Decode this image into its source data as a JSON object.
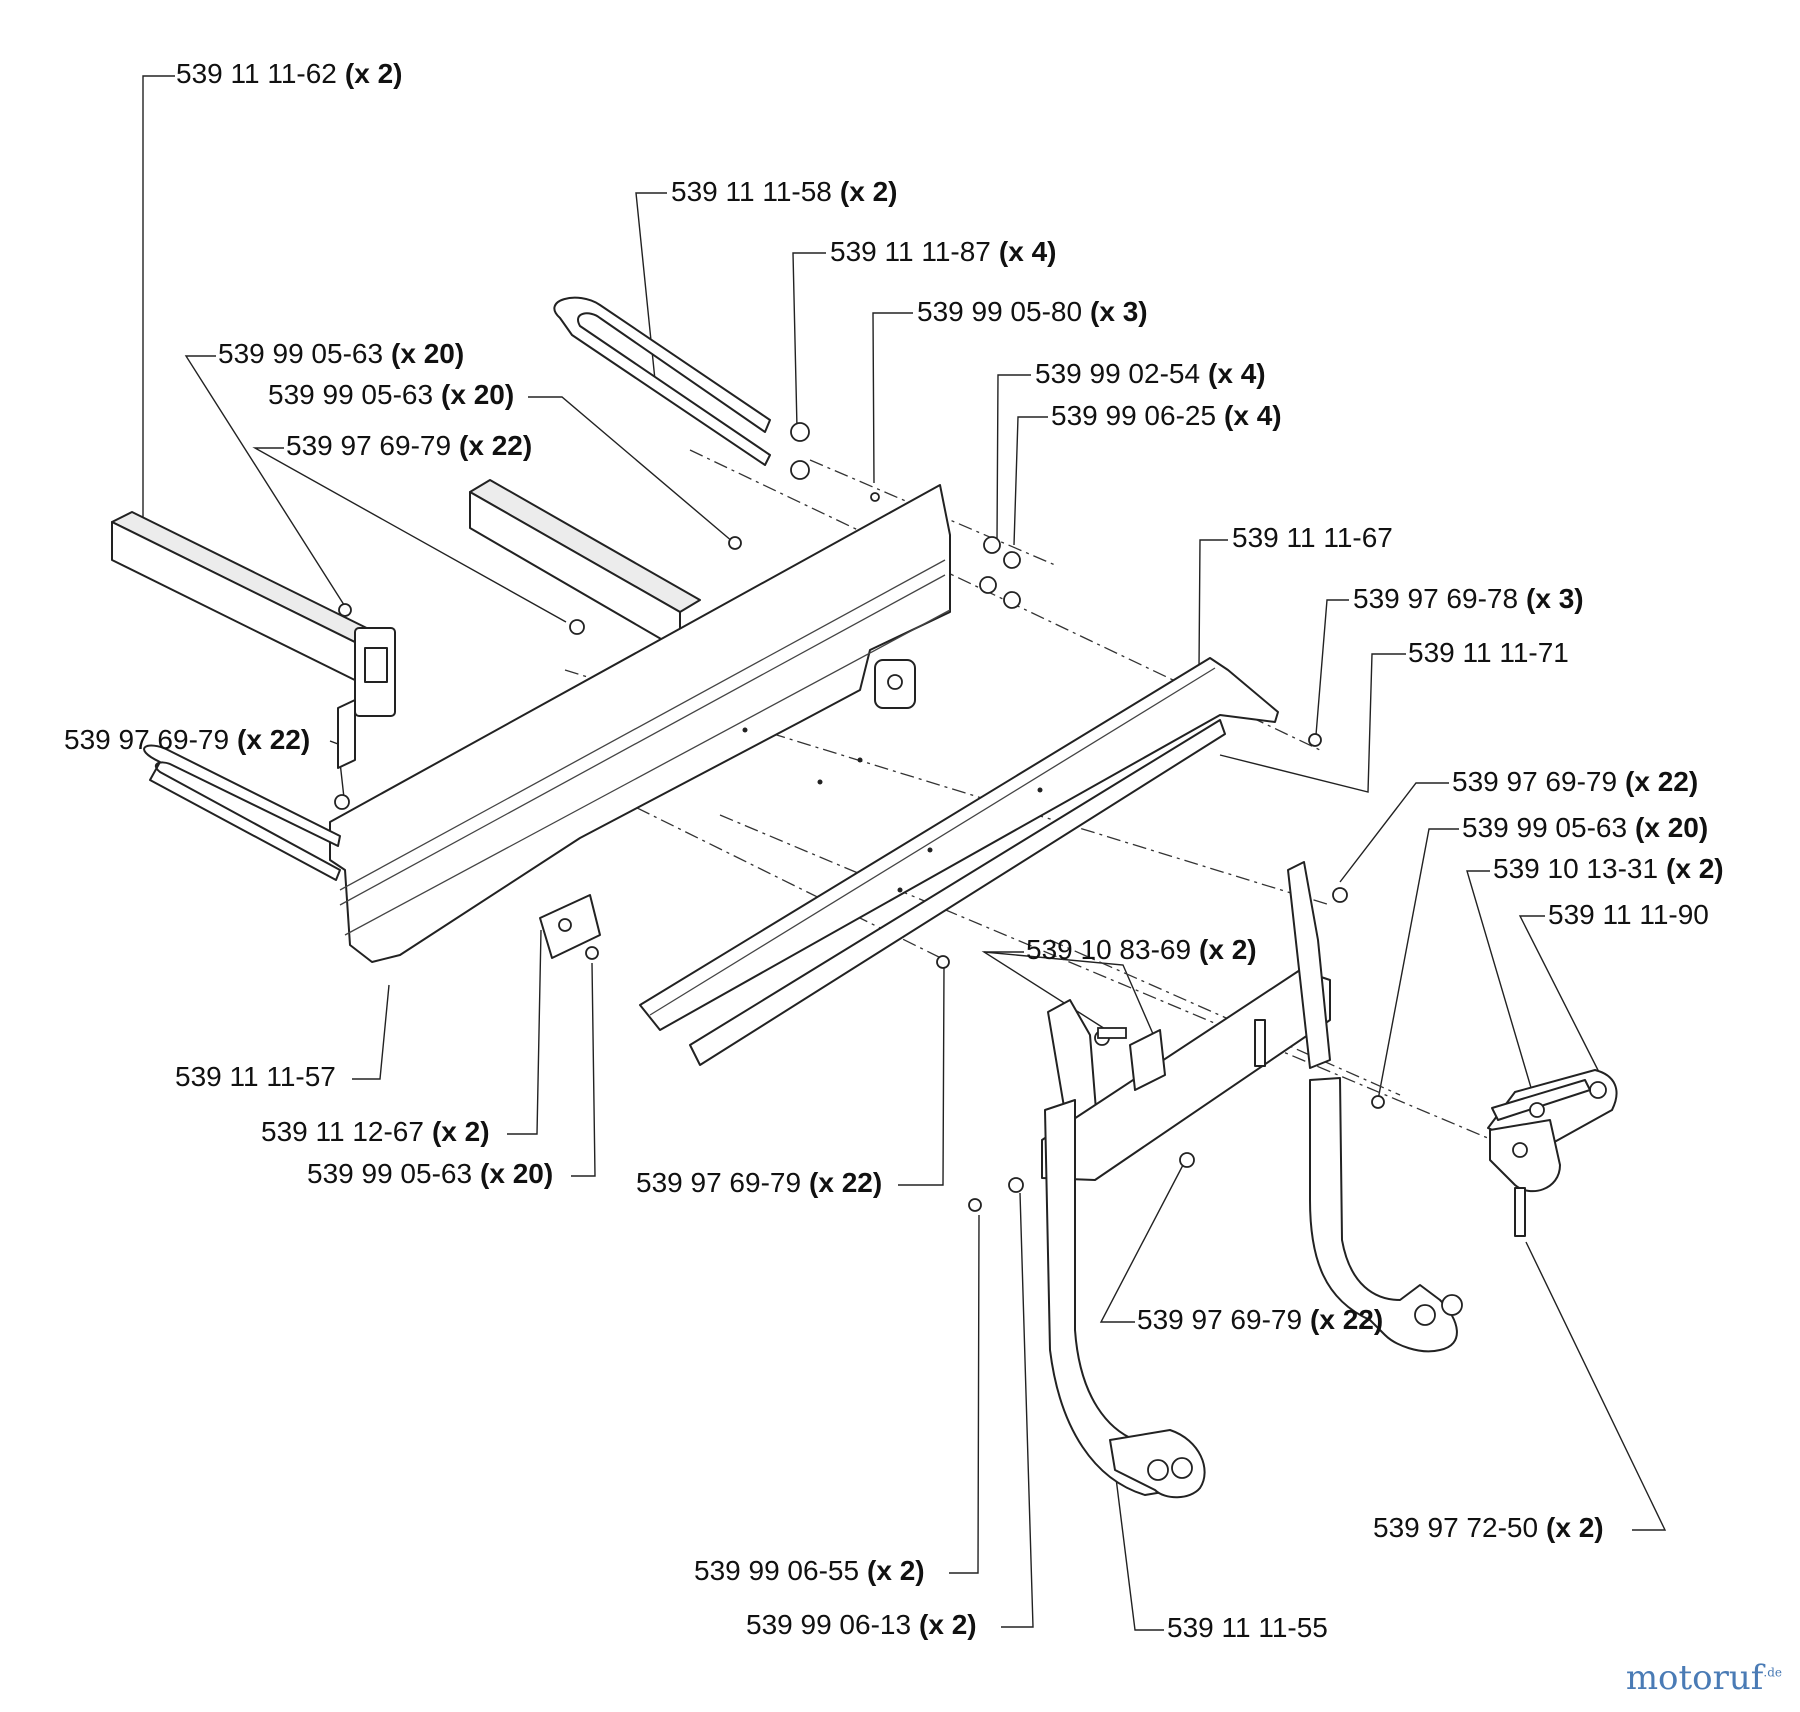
{
  "callouts": [
    {
      "part": "539 11 11-62",
      "qty": "(x 2)"
    },
    {
      "part": "539 11 11-58",
      "qty": "(x 2)"
    },
    {
      "part": "539 11 11-87",
      "qty": "(x 4)"
    },
    {
      "part": "539 99 05-80",
      "qty": "(x 3)"
    },
    {
      "part": "539 99 02-54",
      "qty": "(x 4)"
    },
    {
      "part": "539 99 06-25",
      "qty": "(x 4)"
    },
    {
      "part": "539 99 05-63",
      "qty": "(x 20)"
    },
    {
      "part": "539 99 05-63",
      "qty": "(x 20)"
    },
    {
      "part": "539 97 69-79",
      "qty": "(x 22)"
    },
    {
      "part": "539 11 11-67",
      "qty": ""
    },
    {
      "part": "539 97 69-78",
      "qty": "(x 3)"
    },
    {
      "part": "539 11 11-71",
      "qty": ""
    },
    {
      "part": "539 97 69-79",
      "qty": "(x 22)"
    },
    {
      "part": "539 97 69-79",
      "qty": "(x 22)"
    },
    {
      "part": "539 99 05-63",
      "qty": "(x 20)"
    },
    {
      "part": "539 10 13-31",
      "qty": "(x 2)"
    },
    {
      "part": "539 11 11-90",
      "qty": ""
    },
    {
      "part": "539 10 83-69",
      "qty": "(x 2)"
    },
    {
      "part": "539 11 11-57",
      "qty": ""
    },
    {
      "part": "539 11 12-67",
      "qty": "(x 2)"
    },
    {
      "part": "539 99 05-63",
      "qty": "(x 20)"
    },
    {
      "part": "539 97 69-79",
      "qty": "(x 22)"
    },
    {
      "part": "539 97 69-79",
      "qty": "(x 22)"
    },
    {
      "part": "539 97 72-50",
      "qty": "(x 2)"
    },
    {
      "part": "539 99 06-55",
      "qty": "(x 2)"
    },
    {
      "part": "539 99 06-13",
      "qty": "(x 2)"
    },
    {
      "part": "539 11 11-55",
      "qty": ""
    }
  ],
  "watermark": {
    "name": "motoruf",
    "tld": ".de"
  }
}
